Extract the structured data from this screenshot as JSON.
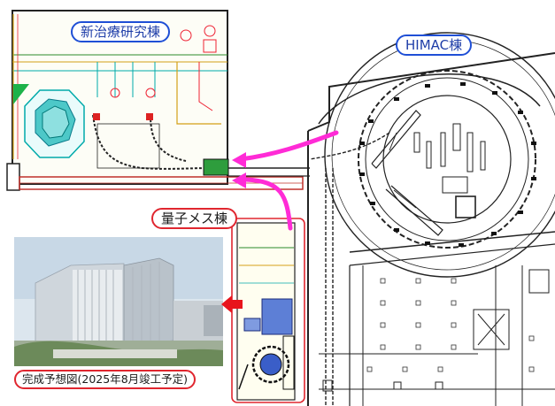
{
  "labels": {
    "shin_chiryo": "新治療研究棟",
    "himac": "HIMAC棟",
    "ryoshi_mes": "量子メス棟",
    "caption": "完成予想図(2025年8月竣工予定)"
  },
  "colors": {
    "beam_arrow": "#ff2bd6",
    "label_blue": "#1f4fd6",
    "label_red": "#e0262f",
    "pointer_arrow": "#e8141c"
  }
}
